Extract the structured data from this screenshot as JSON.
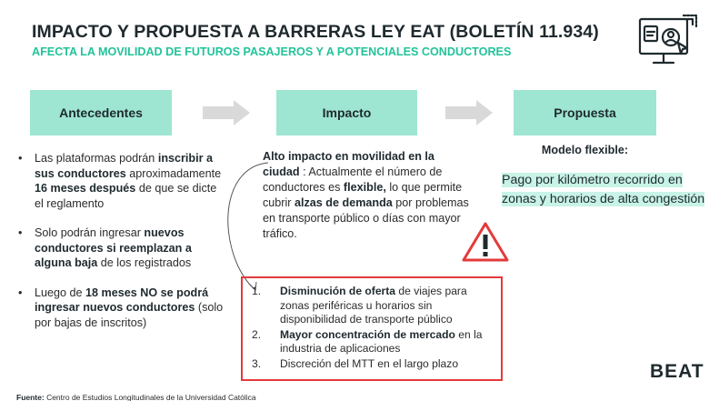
{
  "header": {
    "title": "IMPACTO Y PROPUESTA A BARRERAS LEY EAT (BOLETÍN 11.934)",
    "subtitle": "AFECTA LA MOVILIDAD DE FUTUROS PASAJEROS Y A POTENCIALES CONDUCTORES"
  },
  "columns": {
    "antecedentes": "Antecedentes",
    "impacto": "Impacto",
    "propuesta": "Propuesta"
  },
  "antecedentes": {
    "b1": {
      "t1": "Las plataformas podrán ",
      "b1": "inscribir a sus conductores",
      "t2": " aproximadamente ",
      "b2": "16 meses después",
      "t3": " de que se dicte el reglamento"
    },
    "b2": {
      "t1": " Solo podrán ingresar ",
      "b1": "nuevos conductores si reemplazan a alguna baja",
      "t2": " de los registrados"
    },
    "b3": {
      "t1": "Luego de ",
      "b1": "18 meses NO se podrá ingresar nuevos conductores",
      "t2": " (solo por bajas de inscritos)"
    }
  },
  "impacto": {
    "b1": "Alto impacto en movilidad en la ciudad",
    "t1": " : Actualmente el número de conductores es ",
    "b2": "flexible,",
    "t2": " lo que permite cubrir ",
    "b3": "alzas de demanda",
    "t3": " por problemas en transporte público o días con mayor tráfico.",
    "list": {
      "i1": {
        "n": "1.",
        "b": "Disminución de oferta",
        "t": " de viajes para zonas periféricas u horarios sin disponibilidad de transporte público"
      },
      "i2": {
        "n": "2.",
        "b": "Mayor concentración de mercado",
        "t": " en la industria de aplicaciones"
      },
      "i3": {
        "n": "3.",
        "b": "",
        "t": "Discreción del MTT en el largo plazo"
      }
    }
  },
  "propuesta": {
    "subtitle": "Modelo flexible:",
    "main": "Pago por kilómetro recorrido en zonas y  horarios de alta congestión"
  },
  "brand": "BEAT",
  "source": {
    "label": "Fuente:",
    "text": " Centro de Estudios Longitudinales de la Universidad Católica"
  },
  "colors": {
    "accent": "#22c39a",
    "header_fill": "#9ee6d2",
    "highlight": "#c8f3e6",
    "alert": "#e43a3a",
    "text": "#1f2a2e"
  },
  "icons": {
    "top_right": "user-monitor-icon",
    "arrow": "right-arrow-icon",
    "warning": "warning-triangle-icon"
  }
}
